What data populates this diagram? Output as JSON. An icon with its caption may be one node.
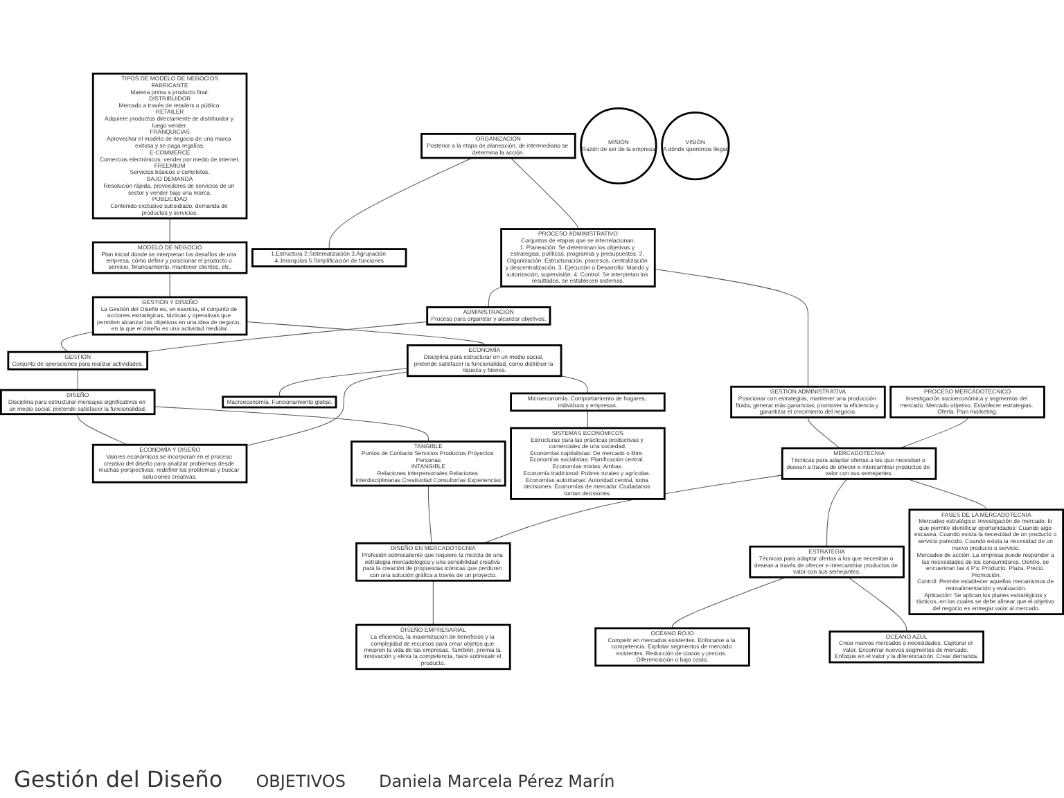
{
  "diagram": {
    "title": "Gestión del Diseño",
    "nodes": [
      {
        "text": [
          "MODELO DE NEGOCIO",
          "Plan inicial donde se interpretan los desafíos de una empresa, cómo definir y posicionar el producto o servicio, financiamiento, mantener clientes, etc."
        ]
      },
      {
        "text": [
          "TIPOS DE MODELO DE NEGOCIOS",
          "FABRICANTE",
          "Materia prima a producto final.",
          "DISTRIBUIDOR",
          "Mercado a través de retailers o público.",
          "RETAILER",
          "Adquiere productos directamente de distribuidor y luego vender.",
          "FRANQUICIAS",
          "Aprovechar el modelo de negocio de una marca exitosa y se paga regalías.",
          "E-COMMERCE",
          "Comercios electrónicos, vender por medio de internet.",
          "FREEMIUM",
          "Servicios básicos o completos.",
          "BAJO DEMANDA",
          "Resolución rápida, proveedores de servicios de un sector y vender bajo una marca.",
          "PUBLICIDAD",
          "Contenido exclusivo subsidiado, demanda de productos y servicios."
        ]
      },
      {
        "text": [
          "GESTIÓN Y DISEÑO",
          "La Gestión del Diseño es, en esencia, el conjunto de acciones estratégicas, tácticas y operativas que permiten alcanzar los objetivos en una idea de negocio, en la que el diseño es una actividad medular."
        ]
      },
      {
        "text": [
          "ORGANIZACIÓN",
          "Posterior a la etapa de planeación, de intermediario se determina la acción."
        ]
      },
      {
        "text": [
          "1.Estructura 2.Sistematización 3.Agrupación 4.Jerarquías 5.Simplificación de funciones"
        ]
      },
      {
        "text": [
          "PROCESO ADMINISTRATIVO",
          "Conjuntos de etapas que se interrelacionan.",
          "1. Planeación: Se determinan los objetivos y estrategias, políticas, programas y presupuestos. 2. Organización: Estructuración, procesos, centralización y descentralización. 3. Ejecución o Desarrollo: Mando y autorización, supervisión. 4. Control: Se interpretan los resultados, se establecen sistemas."
        ]
      },
      {
        "text": [
          "ADMINISTRACIÓN",
          "Proceso para organizar y alcanzar objetivos."
        ]
      },
      {
        "text": [
          "GESTIÓN",
          "Conjunto de operaciones para realizar actividades."
        ]
      },
      {
        "text": [
          "DISEÑO",
          "Disciplina para estructurar mensajes significativos en un medio social, pretende satisfacer la funcionalidad."
        ]
      },
      {
        "text": [
          "ECONOMÍA",
          "Disciplina para estructurar en un medio social, pretende satisfacer la funcionalidad, como distribuir la riqueza y bienes."
        ]
      },
      {
        "text": [
          "Macroeconomía. Funcionamiento global."
        ]
      },
      {
        "text": [
          "Microeconomía. Comportamiento de hogares, individuos y empresas."
        ]
      },
      {
        "text": [
          "ECONOMÍA Y DISEÑO",
          "Valores económicos se incorporan en el proceso creativo del diseño para analizar problemas desde muchas perspectivas, redefinir los problemas y buscar soluciones creativas."
        ]
      },
      {
        "text": [
          "GESTIÓN ADMINISTRATIVA",
          "Posicionar con estrategias, mantener una producción fluida, generar más ganancias, promover la eficiencia y garantizar el crecimiento del negocio."
        ]
      },
      {
        "text": [
          "TANGIBLE",
          "Puntos de Contacto Servicios Productos Proyectos Personas",
          "INTANGIBLE",
          "Relaciones interpersonales Relaciones interdisciplinarias Creatividad Consultorías Experiencias"
        ]
      },
      {
        "text": [
          "SISTEMAS ECONÓMICOS",
          "Estructuras para las prácticas productivas y comerciales de una sociedad.",
          "Economías capitalistas: De mercado o libre. Economías socialistas: Planificación central. Economías mixtas: Ambas.",
          "Economía tradicional: Pobres rurales y agrícolas. Economías autoritarias: Autoridad central, toma decisiones. Economías de mercado: Ciudadanos toman decisiones."
        ]
      },
      {
        "text": [
          "PROCESO MERCADOTÉCNICO",
          "Investigación socioeconómica y segmentos del mercado. Mercado objetivo. Establecer estrategias. Oferta. Plan marketing."
        ]
      },
      {
        "text": [
          "MERCADOTECNIA",
          "Técnicas para adaptar ofertas a los que necesitan o desean a través de ofrecer e intercambiar productos de valor con sus semejantes."
        ]
      },
      {
        "text": [
          "DISEÑO EN MERCADOTECNIA",
          "Profesión sobresaliente que requiere la mezcla de una estrategia mercadológica y una sensibilidad creativa para la creación de propuestas icónicas que perduren con una solución gráfica a través de un proyecto."
        ]
      },
      {
        "text": [
          "ESTRATEGIA",
          "Técnicas para adaptar ofertas a los que necesitan o desean a través de ofrecer e intercambiar productos de valor con sus semejantes."
        ]
      },
      {
        "text": [
          "DISEÑO EMPRESARIAL",
          "La eficiencia, la maximización de beneficios y la complejidad de recursos para crear objetos que mejoren la vida de las empresas. También, premia la innovación y eleva la competencia, hace sobresalir el producto."
        ]
      },
      {
        "text": [
          "MISIÓN",
          "Razón de ser de la empresa"
        ]
      },
      {
        "text": [
          "VISIÓN",
          "A dónde queremos llegar"
        ]
      },
      {
        "text": [
          "OCÉANO ROJO",
          "Competir en mercados existentes. Enfocarse a la competencia. Explotar segmentos de mercado existentes. Reducción de costos y precios. Diferenciación o bajo costo."
        ]
      },
      {
        "text": [
          "OCÉANO AZUL",
          "Crear nuevos mercados o necesidades. Capturar el valor. Encontrar nuevos segmentos de mercado. Enfoque en el valor y la diferenciación. Crear demanda."
        ]
      },
      {
        "text": [
          "FASES DE LA MERCADOTECNIA",
          "Mercadeo estratégico: Investigación de mercado, lo que permite identificar oportunidades: Cuando algo escasea. Cuando exista la necesidad de un producto o servicio parecido. Cuando exista la necesidad de un nuevo producto o servicio.",
          "Mercadeo de acción: La empresa puede responder a las necesidades de los consumidores. Dentro, se encuentran las 4 P's: Producto. Plaza. Precio. Promoción.",
          "Control: Permite establecer aquellos mecanismos de retroalimentación y evaluación.",
          "Aplicación: Se aplican los planes estratégicos y tácticos, en los cuales se debe alinear que el objetivo del negocio es entregar valor al mercado."
        ]
      }
    ],
    "edges": [
      {
        "from": 1,
        "to": 0,
        "arrow": "none"
      },
      {
        "from": 0,
        "to": 2,
        "arrow": "none"
      },
      {
        "from": 2,
        "to": 7,
        "arrow": "none"
      },
      {
        "from": 2,
        "to": 9,
        "arrow": "none"
      },
      {
        "from": 3,
        "to": 4,
        "arrow": "none"
      },
      {
        "from": 3,
        "to": 5,
        "arrow": "none"
      },
      {
        "from": 5,
        "to": 6,
        "arrow": "none"
      },
      {
        "from": 5,
        "to": 13,
        "arrow": "none"
      },
      {
        "from": 6,
        "to": 7,
        "arrow": "none"
      },
      {
        "from": 7,
        "to": 8,
        "arrow": "none"
      },
      {
        "from": 8,
        "to": 12,
        "arrow": "none"
      },
      {
        "from": 9,
        "to": 12,
        "arrow": "none"
      },
      {
        "from": 9,
        "to": 10,
        "arrow": "none"
      },
      {
        "from": 9,
        "to": 11,
        "arrow": "none"
      },
      {
        "from": 11,
        "to": 15,
        "arrow": "none"
      },
      {
        "from": 8,
        "to": 14,
        "arrow": "none"
      },
      {
        "from": 13,
        "to": 17,
        "arrow": "none"
      },
      {
        "from": 16,
        "to": 17,
        "arrow": "none"
      },
      {
        "from": 17,
        "to": 19,
        "arrow": "none"
      },
      {
        "from": 19,
        "to": 23,
        "arrow": "none"
      },
      {
        "from": 19,
        "to": 24,
        "arrow": "none"
      },
      {
        "from": 14,
        "to": 18,
        "arrow": "none"
      },
      {
        "from": 18,
        "to": 20,
        "arrow": "none"
      },
      {
        "from": 17,
        "to": 18,
        "arrow": "none"
      },
      {
        "from": 17,
        "to": 25,
        "arrow": "none"
      }
    ],
    "labels": [
      "OBJETIVOS",
      "Daniela Marcela Pérez Marín"
    ]
  }
}
